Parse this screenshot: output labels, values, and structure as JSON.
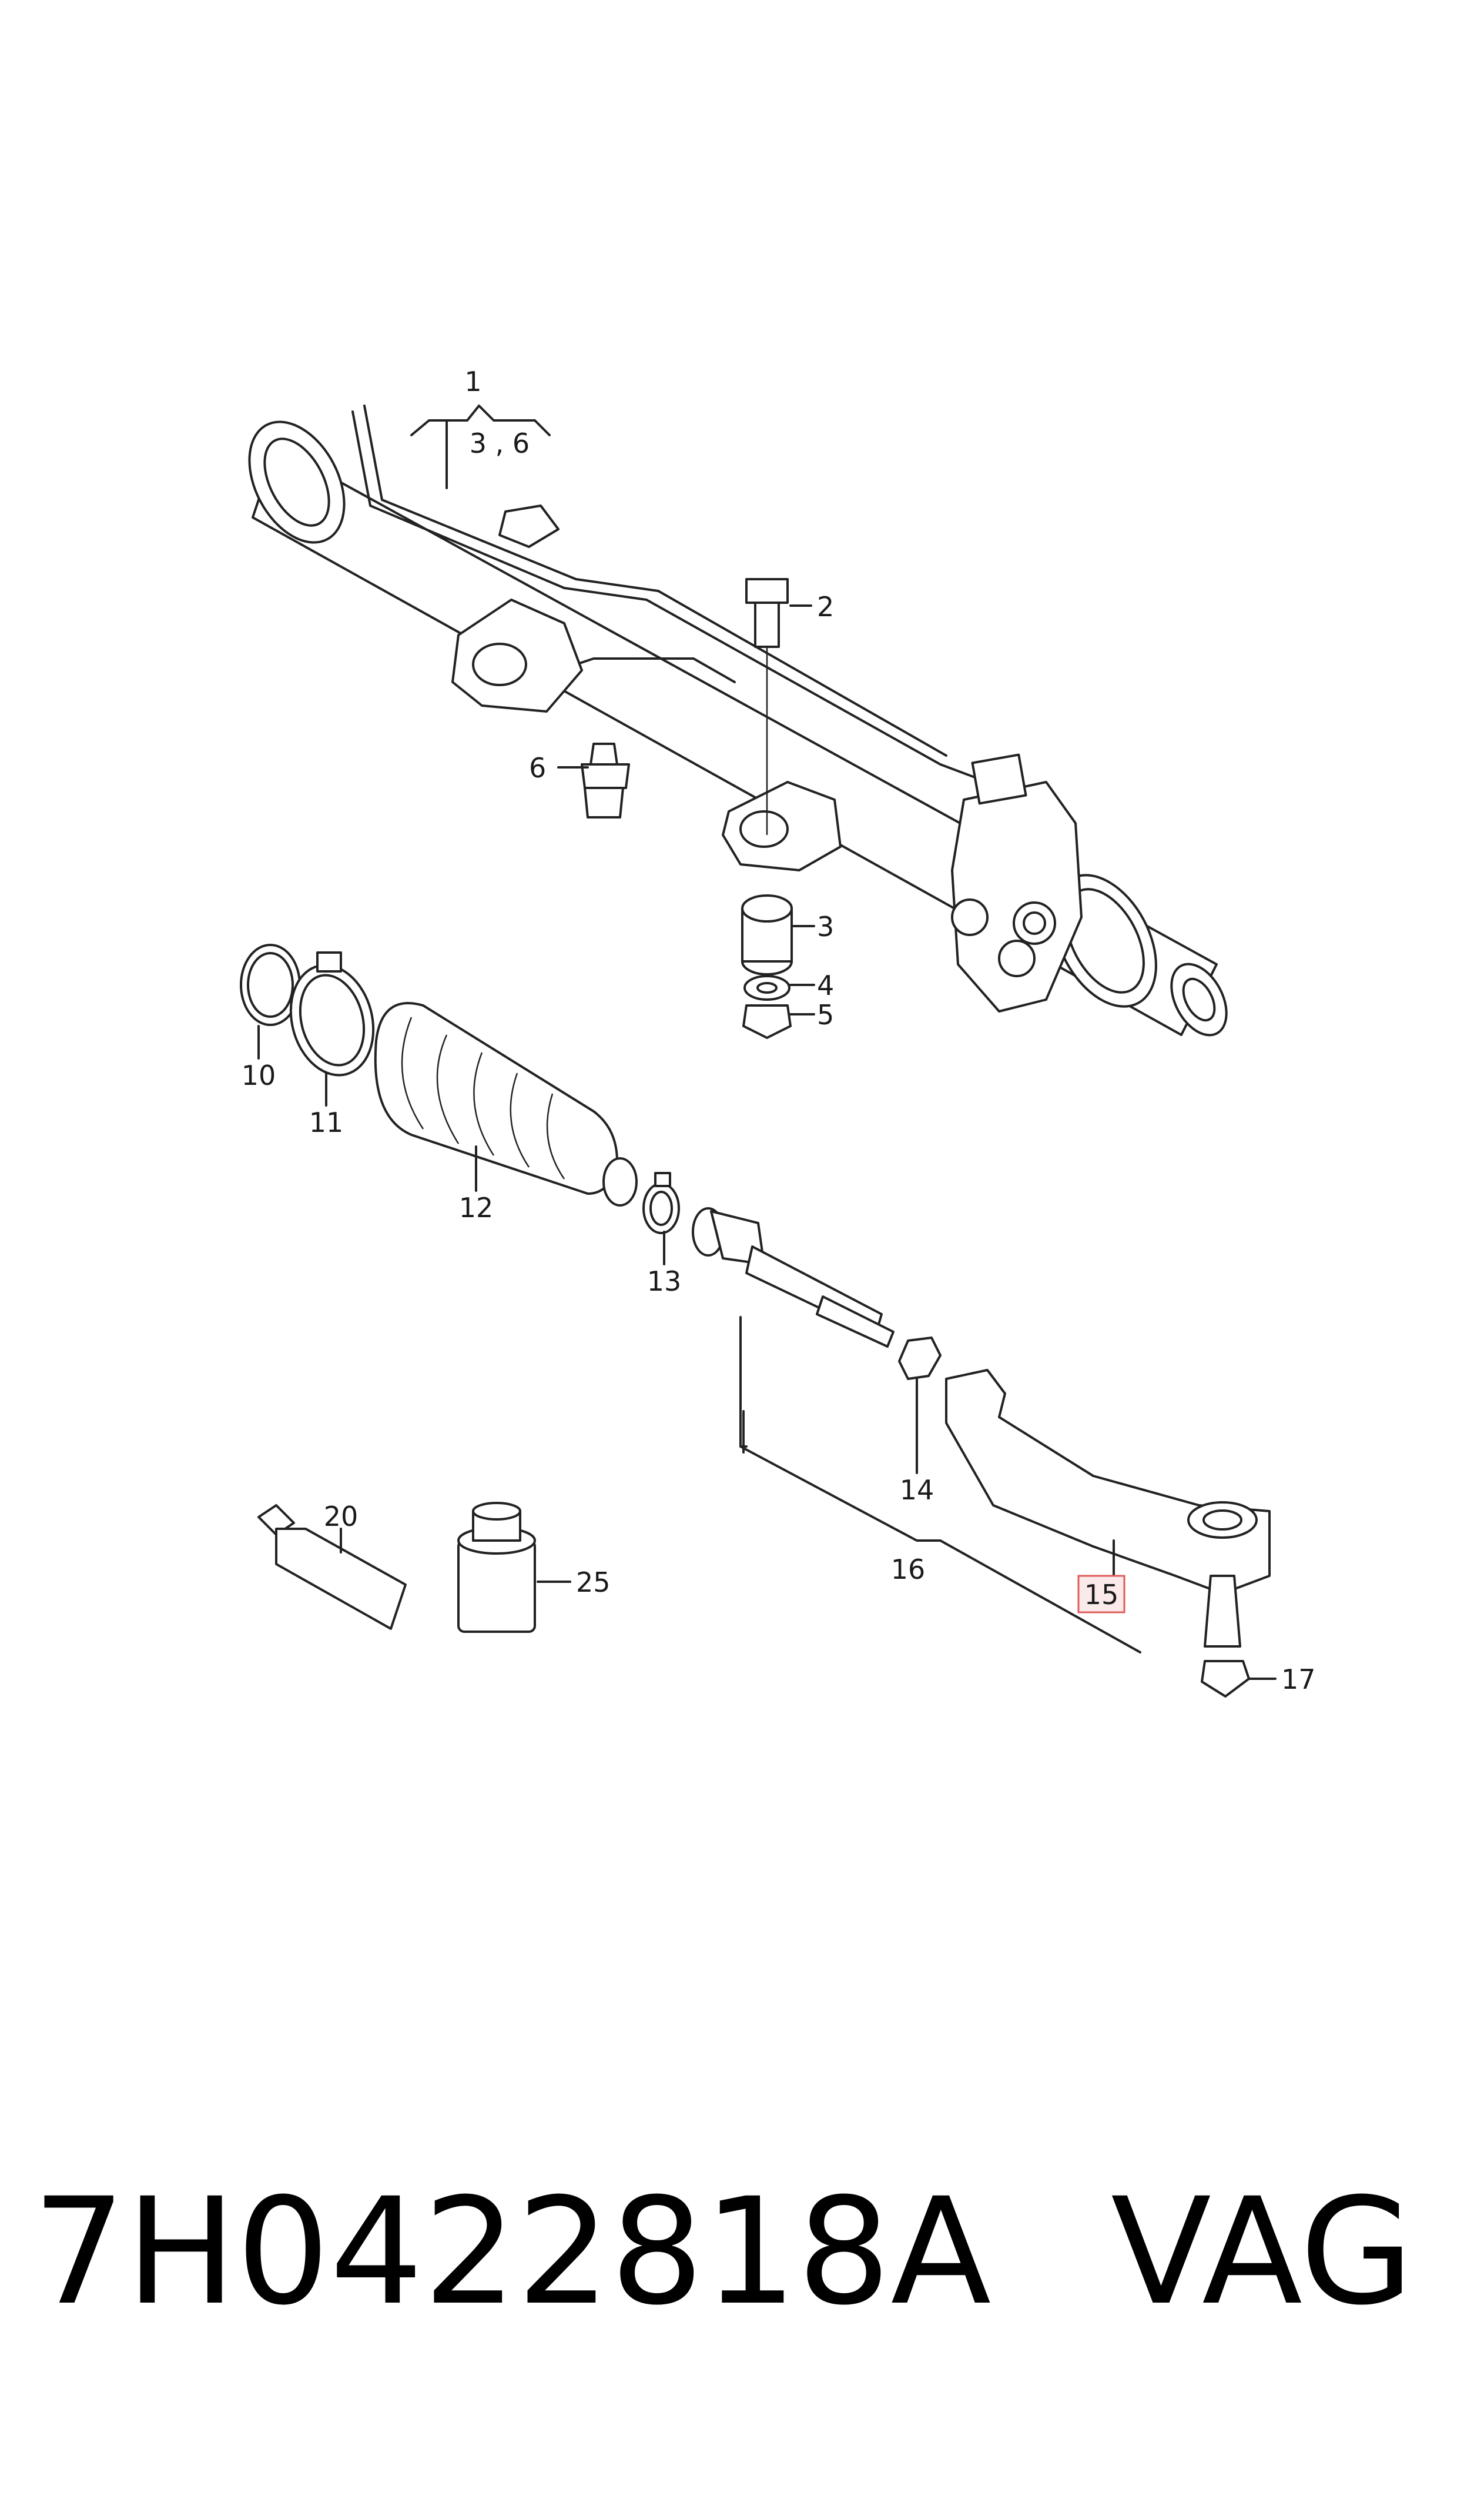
{
  "callouts": {
    "c1": "1",
    "c1_sub": "3 , 6",
    "c2": "2",
    "c3": "3",
    "c4": "4",
    "c5": "5",
    "c6": "6",
    "c10": "10",
    "c11": "11",
    "c12": "12",
    "c13": "13",
    "c14": "14",
    "c15": "15",
    "c16": "16",
    "c17": "17",
    "c20": "20",
    "c25": "25"
  },
  "highlight": {
    "callout": "15",
    "color": "#e05a5a"
  },
  "caption": {
    "part_number": "7H0422818A",
    "brand": "VAG"
  }
}
